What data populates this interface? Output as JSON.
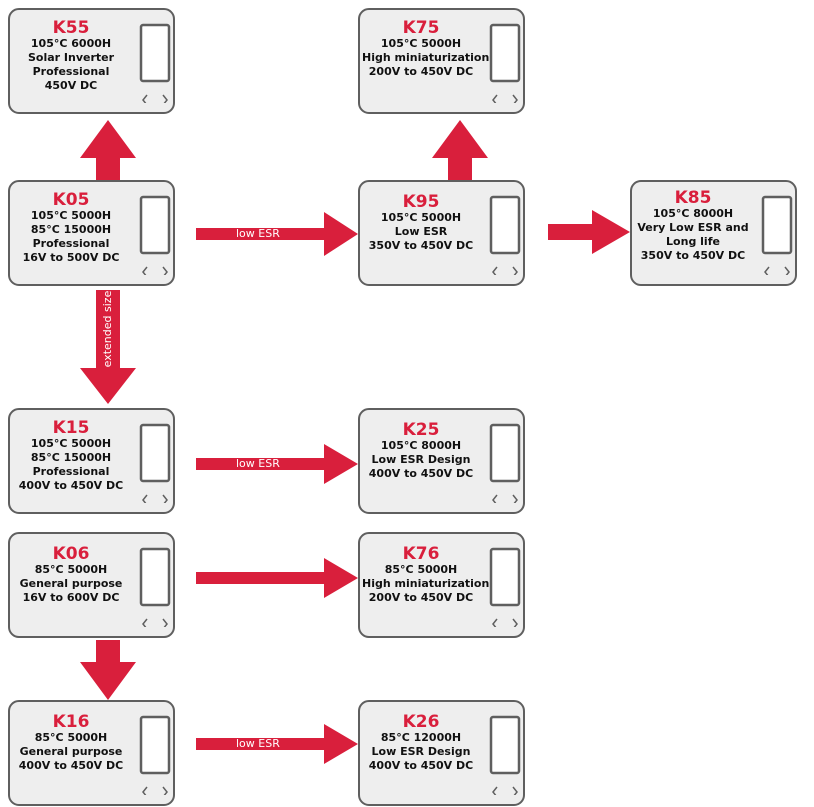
{
  "colors": {
    "accent": "#d91f3c",
    "border": "#5f5f5f",
    "fill": "#eeeeee"
  },
  "nodes": {
    "k55": {
      "title": "K55",
      "lines": [
        "105°C 6000H",
        "Solar Inverter",
        "Professional",
        "450V DC"
      ],
      "icon": "capacitor-icon"
    },
    "k75": {
      "title": "K75",
      "lines": [
        "105°C 5000H",
        "High miniaturization",
        "200V to 450V DC"
      ],
      "icon": "capacitor-icon"
    },
    "k05": {
      "title": "K05",
      "lines": [
        "105°C 5000H",
        "85°C 15000H",
        "Professional",
        "16V to 500V DC"
      ],
      "icon": "capacitor-icon"
    },
    "k95": {
      "title": "K95",
      "lines": [
        "105°C 5000H",
        "Low ESR",
        "350V to 450V DC"
      ],
      "icon": "capacitor-icon"
    },
    "k85": {
      "title": "K85",
      "lines": [
        "105°C 8000H",
        "Very Low ESR and",
        "Long life",
        "350V to 450V DC"
      ],
      "icon": "capacitor-icon"
    },
    "k15": {
      "title": "K15",
      "lines": [
        "105°C 5000H",
        "85°C 15000H",
        "Professional",
        "400V to 450V DC"
      ],
      "icon": "capacitor-icon"
    },
    "k25": {
      "title": "K25",
      "lines": [
        "105°C 8000H",
        "Low ESR Design",
        "400V to 450V DC"
      ],
      "icon": "capacitor-icon"
    },
    "k06": {
      "title": "K06",
      "lines": [
        "85°C 5000H",
        "General purpose",
        "16V to 600V DC"
      ],
      "icon": "capacitor-icon"
    },
    "k76": {
      "title": "K76",
      "lines": [
        "85°C 5000H",
        "High miniaturization",
        "200V to 450V DC"
      ],
      "icon": "capacitor-icon"
    },
    "k16": {
      "title": "K16",
      "lines": [
        "85°C 5000H",
        "General purpose",
        "400V to 450V DC"
      ],
      "icon": "capacitor-icon"
    },
    "k26": {
      "title": "K26",
      "lines": [
        "85°C 12000H",
        "Low ESR Design",
        "400V to 450V DC"
      ],
      "icon": "capacitor-icon"
    }
  },
  "edges": {
    "k05_k95": "low ESR",
    "k05_k15": "extended size",
    "k15_k25": "low ESR",
    "k16_k26": "low ESR"
  }
}
